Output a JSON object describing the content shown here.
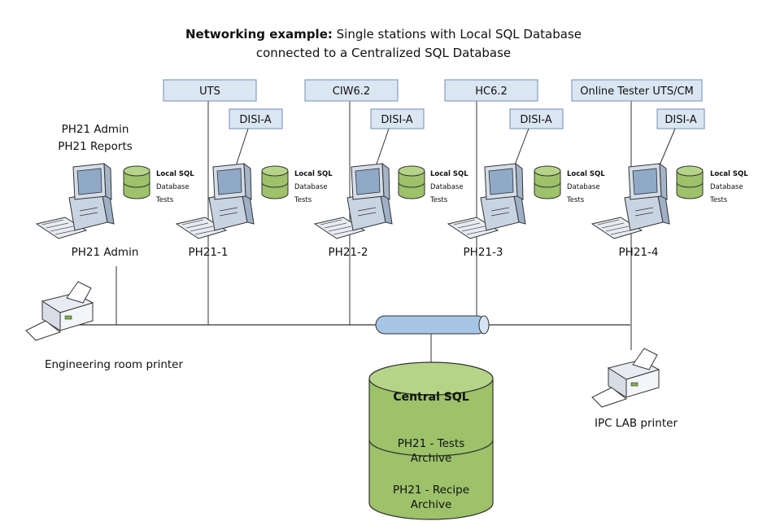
{
  "title": {
    "bold": "Networking example:",
    "rest": " Single stations with Local SQL Database",
    "line2": "connected to a Centralized SQL Database"
  },
  "admin": {
    "roles_line1": "PH21 Admin",
    "roles_line2": "PH21 Reports",
    "name": "PH21 Admin"
  },
  "local_db": {
    "line1": "Local SQL",
    "line2": "Database",
    "line3": "Tests"
  },
  "disi_label": "DISI-A",
  "stations": [
    {
      "name": "PH21-1",
      "app": "UTS"
    },
    {
      "name": "PH21-2",
      "app": "CIW6.2"
    },
    {
      "name": "PH21-3",
      "app": "HC6.2"
    },
    {
      "name": "PH21-4",
      "app": "Online Tester UTS/CM"
    }
  ],
  "printers": {
    "engineering": "Engineering room printer",
    "ipc": "IPC LAB printer"
  },
  "central": {
    "title": "Central SQL",
    "tests_line1": "PH21 - Tests",
    "tests_line2": "Archive",
    "recipe_line1": "PH21 - Recipe",
    "recipe_line2": "Archive"
  },
  "colors": {
    "box_fill": "#dbe6f3",
    "box_stroke": "#6f8fb5",
    "db_green": "#9dc26a",
    "db_green_dark": "#5e8a2e",
    "monitor": "#a9bfd8",
    "bus_line": "#333333",
    "hub_blue": "#a7c6e6"
  }
}
